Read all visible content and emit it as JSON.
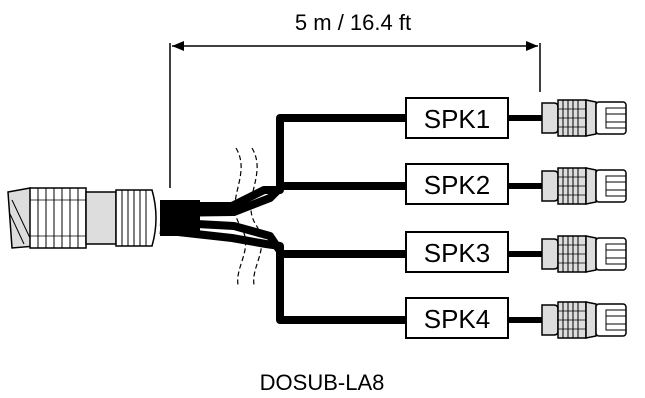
{
  "dimension": {
    "label": "5 m / 16.4 ft"
  },
  "outputs": [
    {
      "label": "SPK1",
      "connector_icon": "speakon-plug-icon"
    },
    {
      "label": "SPK2",
      "connector_icon": "speakon-plug-icon"
    },
    {
      "label": "SPK3",
      "connector_icon": "speakon-plug-icon"
    },
    {
      "label": "SPK4",
      "connector_icon": "speakon-plug-icon"
    }
  ],
  "input_connector": {
    "icon": "multipin-connector-icon"
  },
  "product_name": "DOSUB-LA8",
  "colors": {
    "line": "#000000",
    "background": "#ffffff",
    "connector_fill": "#dddddd"
  }
}
